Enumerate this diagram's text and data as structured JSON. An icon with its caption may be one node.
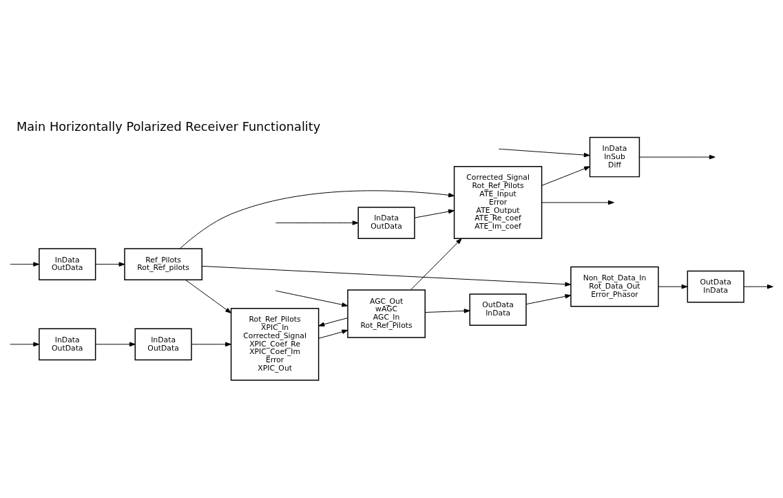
{
  "diagram": {
    "title": "Main Horizontally Polarized Receiver Functionality",
    "nodes": [
      {
        "text": [
          "InData",
          "OutData"
        ]
      },
      {
        "text": [
          "Ref_Pilots",
          "Rot_Ref_pilots"
        ]
      },
      {
        "text": [
          "OutData",
          "InData"
        ]
      },
      {
        "text": [
          "Corrected_Signal",
          "Rot_Ref_Pilots",
          "ATE_Input",
          "Error",
          "ATE_Output",
          "ATE_Re_coef",
          "ATE_Im_coef"
        ]
      },
      {
        "text": [
          "InData",
          "OutData"
        ]
      },
      {
        "text": [
          "OutData",
          "InData"
        ]
      },
      {
        "text": [
          "Non_Rot_Data_In",
          "Rot_Data_Out",
          "Error_Phasor"
        ]
      },
      {
        "text": [
          "InData",
          "InSub",
          "Diff"
        ]
      },
      {
        "text": [
          "AGC_Out",
          "wAGC",
          "AGC_In",
          "Rot_Ref_Pilots"
        ]
      },
      {
        "text": [
          "InData",
          "OutData"
        ]
      },
      {
        "text": [
          "InData",
          "OutData"
        ]
      },
      {
        "text": [
          "Rot_Ref_Pilots",
          "XPIC_In",
          "Corrected_Signal",
          "XPIC_Coef_Re",
          "XPIC_Coef_Im",
          "Error",
          "XPIC_Out"
        ]
      }
    ],
    "edges": [
      {
        "from": null,
        "to": 0,
        "arrow": "to"
      },
      {
        "from": 0,
        "to": 1,
        "arrow": "to"
      },
      {
        "from": 1,
        "to": 3,
        "arrow": "to"
      },
      {
        "from": 1,
        "to": 11,
        "arrow": "to"
      },
      {
        "from": 8,
        "to": 2,
        "arrow": "to"
      },
      {
        "from": 8,
        "to": 3,
        "arrow": "to"
      },
      {
        "from": 8,
        "to": 11,
        "arrow": "to"
      },
      {
        "from": 2,
        "to": 6,
        "arrow": "to"
      },
      {
        "from": null,
        "to": 4,
        "arrow": "to"
      },
      {
        "from": 4,
        "to": 3,
        "arrow": "to"
      },
      {
        "from": 5,
        "to": null,
        "arrow": "to"
      },
      {
        "from": 6,
        "to": 5,
        "arrow": "to"
      },
      {
        "from": 1,
        "to": 6,
        "arrow": "to"
      },
      {
        "from": 3,
        "to": null,
        "arrow": "to"
      },
      {
        "from": 3,
        "to": 7,
        "arrow": "to"
      },
      {
        "from": null,
        "to": 7,
        "arrow": "to"
      },
      {
        "from": 7,
        "to": null,
        "arrow": "to"
      },
      {
        "from": null,
        "to": 8,
        "arrow": "to"
      },
      {
        "from": 11,
        "to": 8,
        "arrow": "to"
      },
      {
        "from": null,
        "to": 9,
        "arrow": "to"
      },
      {
        "from": 9,
        "to": 10,
        "arrow": "to"
      },
      {
        "from": 10,
        "to": 11,
        "arrow": "to"
      }
    ]
  }
}
